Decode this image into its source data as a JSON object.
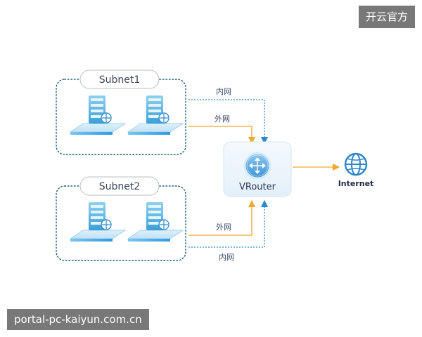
{
  "watermark_top": "开云官方",
  "watermark_bottom": "portal-pc-kaiyun.com.cn",
  "diagram": {
    "subnet1_label": "Subnet1",
    "subnet2_label": "Subnet2",
    "inner_net_label": "内网",
    "outer_net_label": "外网",
    "router_label": "VRouter",
    "internet_label": "Internet"
  },
  "colors": {
    "inner_line": "#2f86c9",
    "outer_line": "#f0a92c",
    "subnet_border": "#1a5a7a",
    "router_bg": "#eef6fb"
  },
  "icons": {
    "server": "server-icon",
    "router": "router-icon",
    "internet": "globe-icon"
  }
}
